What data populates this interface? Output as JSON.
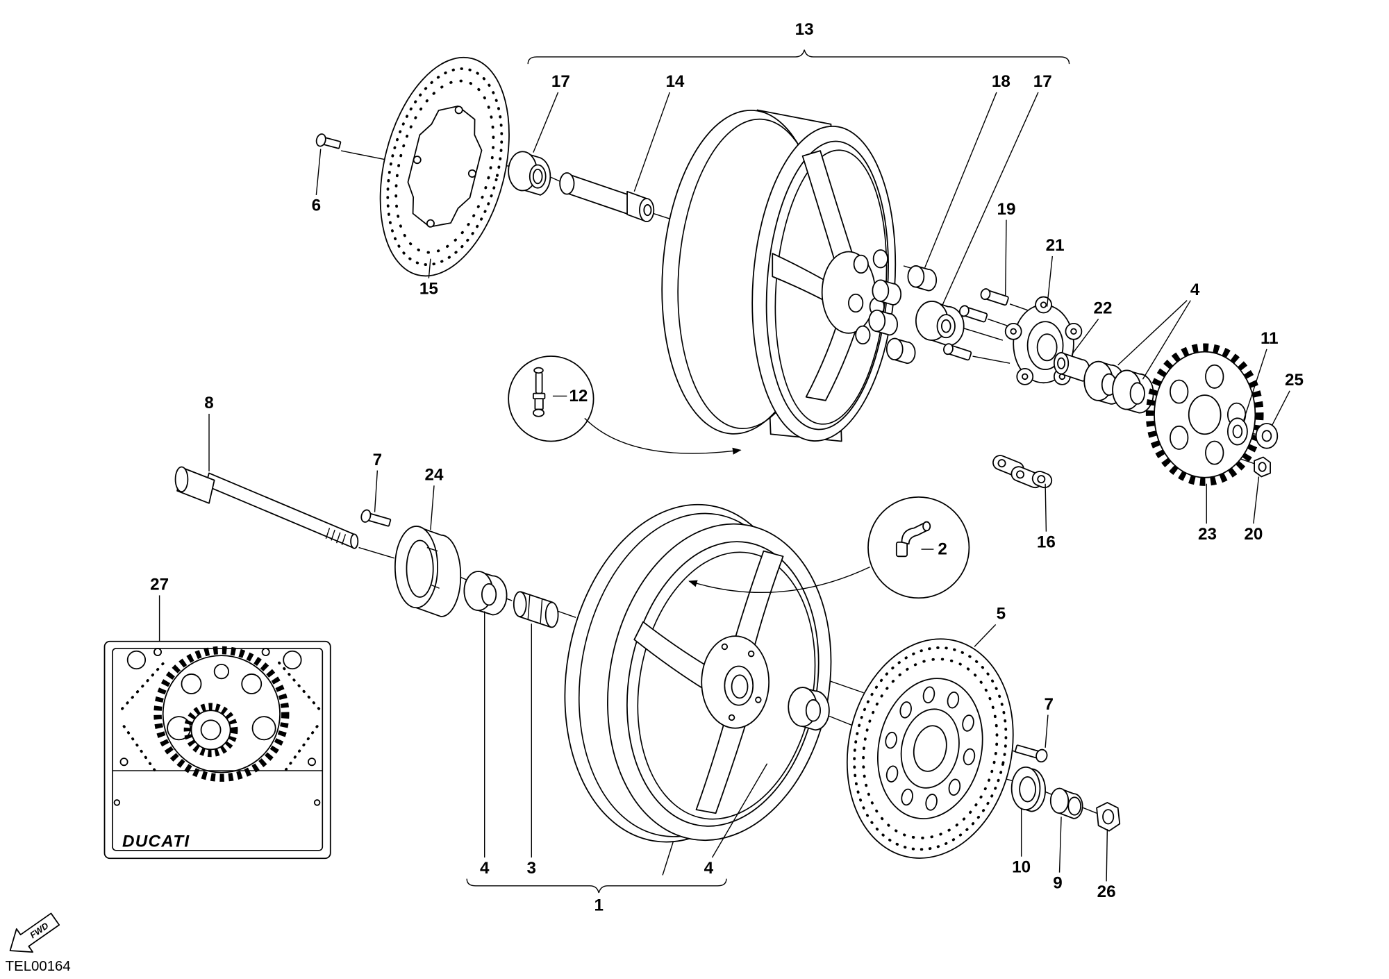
{
  "callouts": [
    "13",
    "17",
    "14",
    "18",
    "17",
    "6",
    "15",
    "19",
    "21",
    "4",
    "22",
    "11",
    "25",
    "12",
    "8",
    "7",
    "24",
    "16",
    "23",
    "20",
    "2",
    "27",
    "5",
    "7",
    "4",
    "3",
    "4",
    "10",
    "9",
    "26",
    "1"
  ],
  "drawing_code": "TEL00164",
  "fwd_label": "FWD",
  "brand_label": "DUCATI"
}
